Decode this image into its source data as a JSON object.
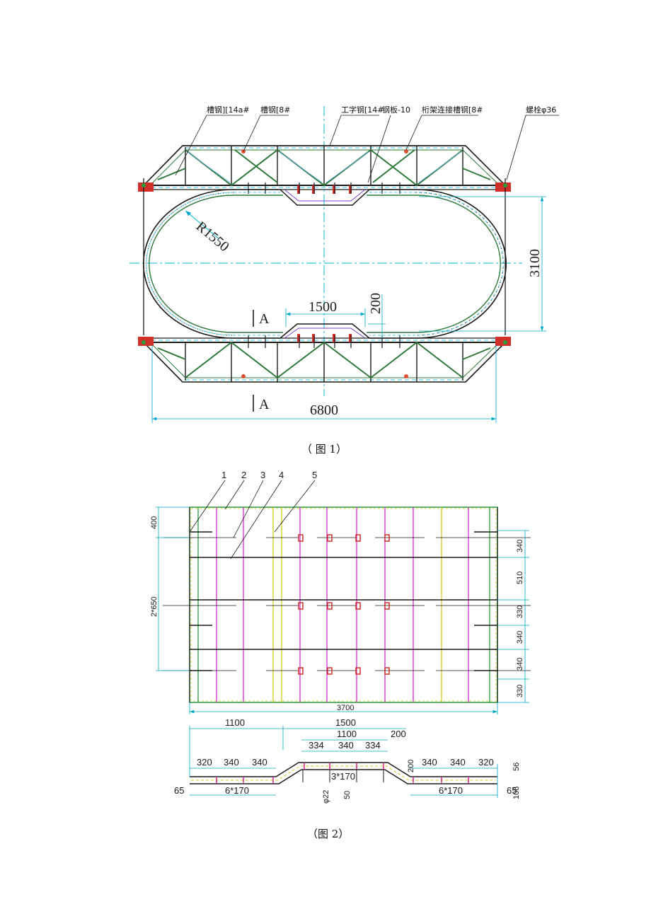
{
  "figure1": {
    "caption": "（ 图 1）",
    "callouts": [
      "槽钢][14a#",
      "槽钢[8#",
      "工字钢[14#",
      "钢板-10",
      "桁架连接槽钢[8#",
      "螺栓φ36"
    ],
    "radius_label": "R1550",
    "section_mark": "A",
    "dimensions": {
      "overall_length": "6800",
      "overall_height": "3100",
      "notch_length": "1500",
      "notch_depth": "200"
    }
  },
  "figure2": {
    "caption": "（图 2）",
    "item_numbers": [
      "1",
      "2",
      "3",
      "4",
      "5"
    ],
    "plan_dims": {
      "width": "3700",
      "left_top": "400",
      "left_mid": "2*650",
      "right": [
        "340",
        "510",
        "330",
        "340",
        "340",
        "330"
      ]
    },
    "section_dims": {
      "top_left": "1100",
      "top_right": "1500",
      "center_span": "1100",
      "depth": "200",
      "center_pitches": [
        "334",
        "340",
        "334"
      ],
      "left_pitches": [
        "320",
        "340",
        "340"
      ],
      "right_pitches": [
        "340",
        "340",
        "320"
      ],
      "left_bottom": "6*170",
      "right_bottom": "6*170",
      "center_bottom": "3*170",
      "edge_left": "65",
      "edge_right": "65",
      "thickness_a": "56",
      "thickness_b": "106",
      "bolt": "φ22",
      "offset": "50",
      "side_depth": "200"
    }
  }
}
